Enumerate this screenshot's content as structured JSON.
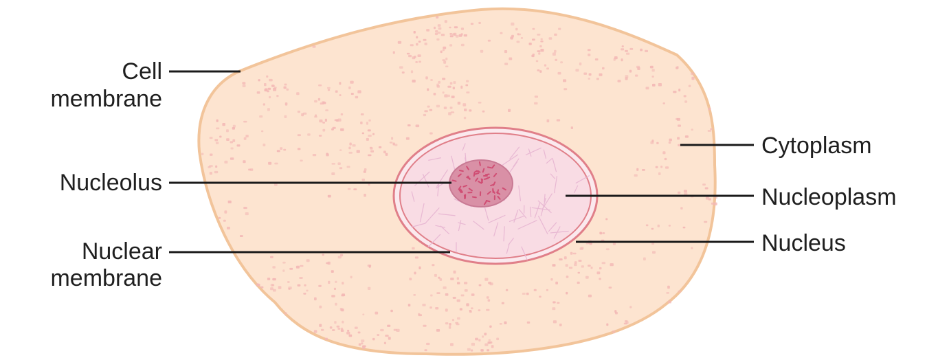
{
  "colors": {
    "cell_fill": "#fde4d0",
    "cell_outline": "#f2c49a",
    "cytoplasm_granules": "#f3b8b5",
    "nucleus_fill": "#f9dce4",
    "nuclear_membrane": "#e07f89",
    "nucleolus_fill": "#d990a6",
    "nucleolus_marks": "#d04d73",
    "chromatin": "#e8b8d3",
    "label_text": "#1f1f1f",
    "leader_line": "#1a1a1a"
  },
  "labels": {
    "cell_membrane_line1": "Cell",
    "cell_membrane_line2": "membrane",
    "nucleolus": "Nucleolus",
    "nuclear_membrane_line1": "Nuclear",
    "nuclear_membrane_line2": "membrane",
    "cytoplasm": "Cytoplasm",
    "nucleoplasm": "Nucleoplasm",
    "nucleus": "Nucleus"
  }
}
